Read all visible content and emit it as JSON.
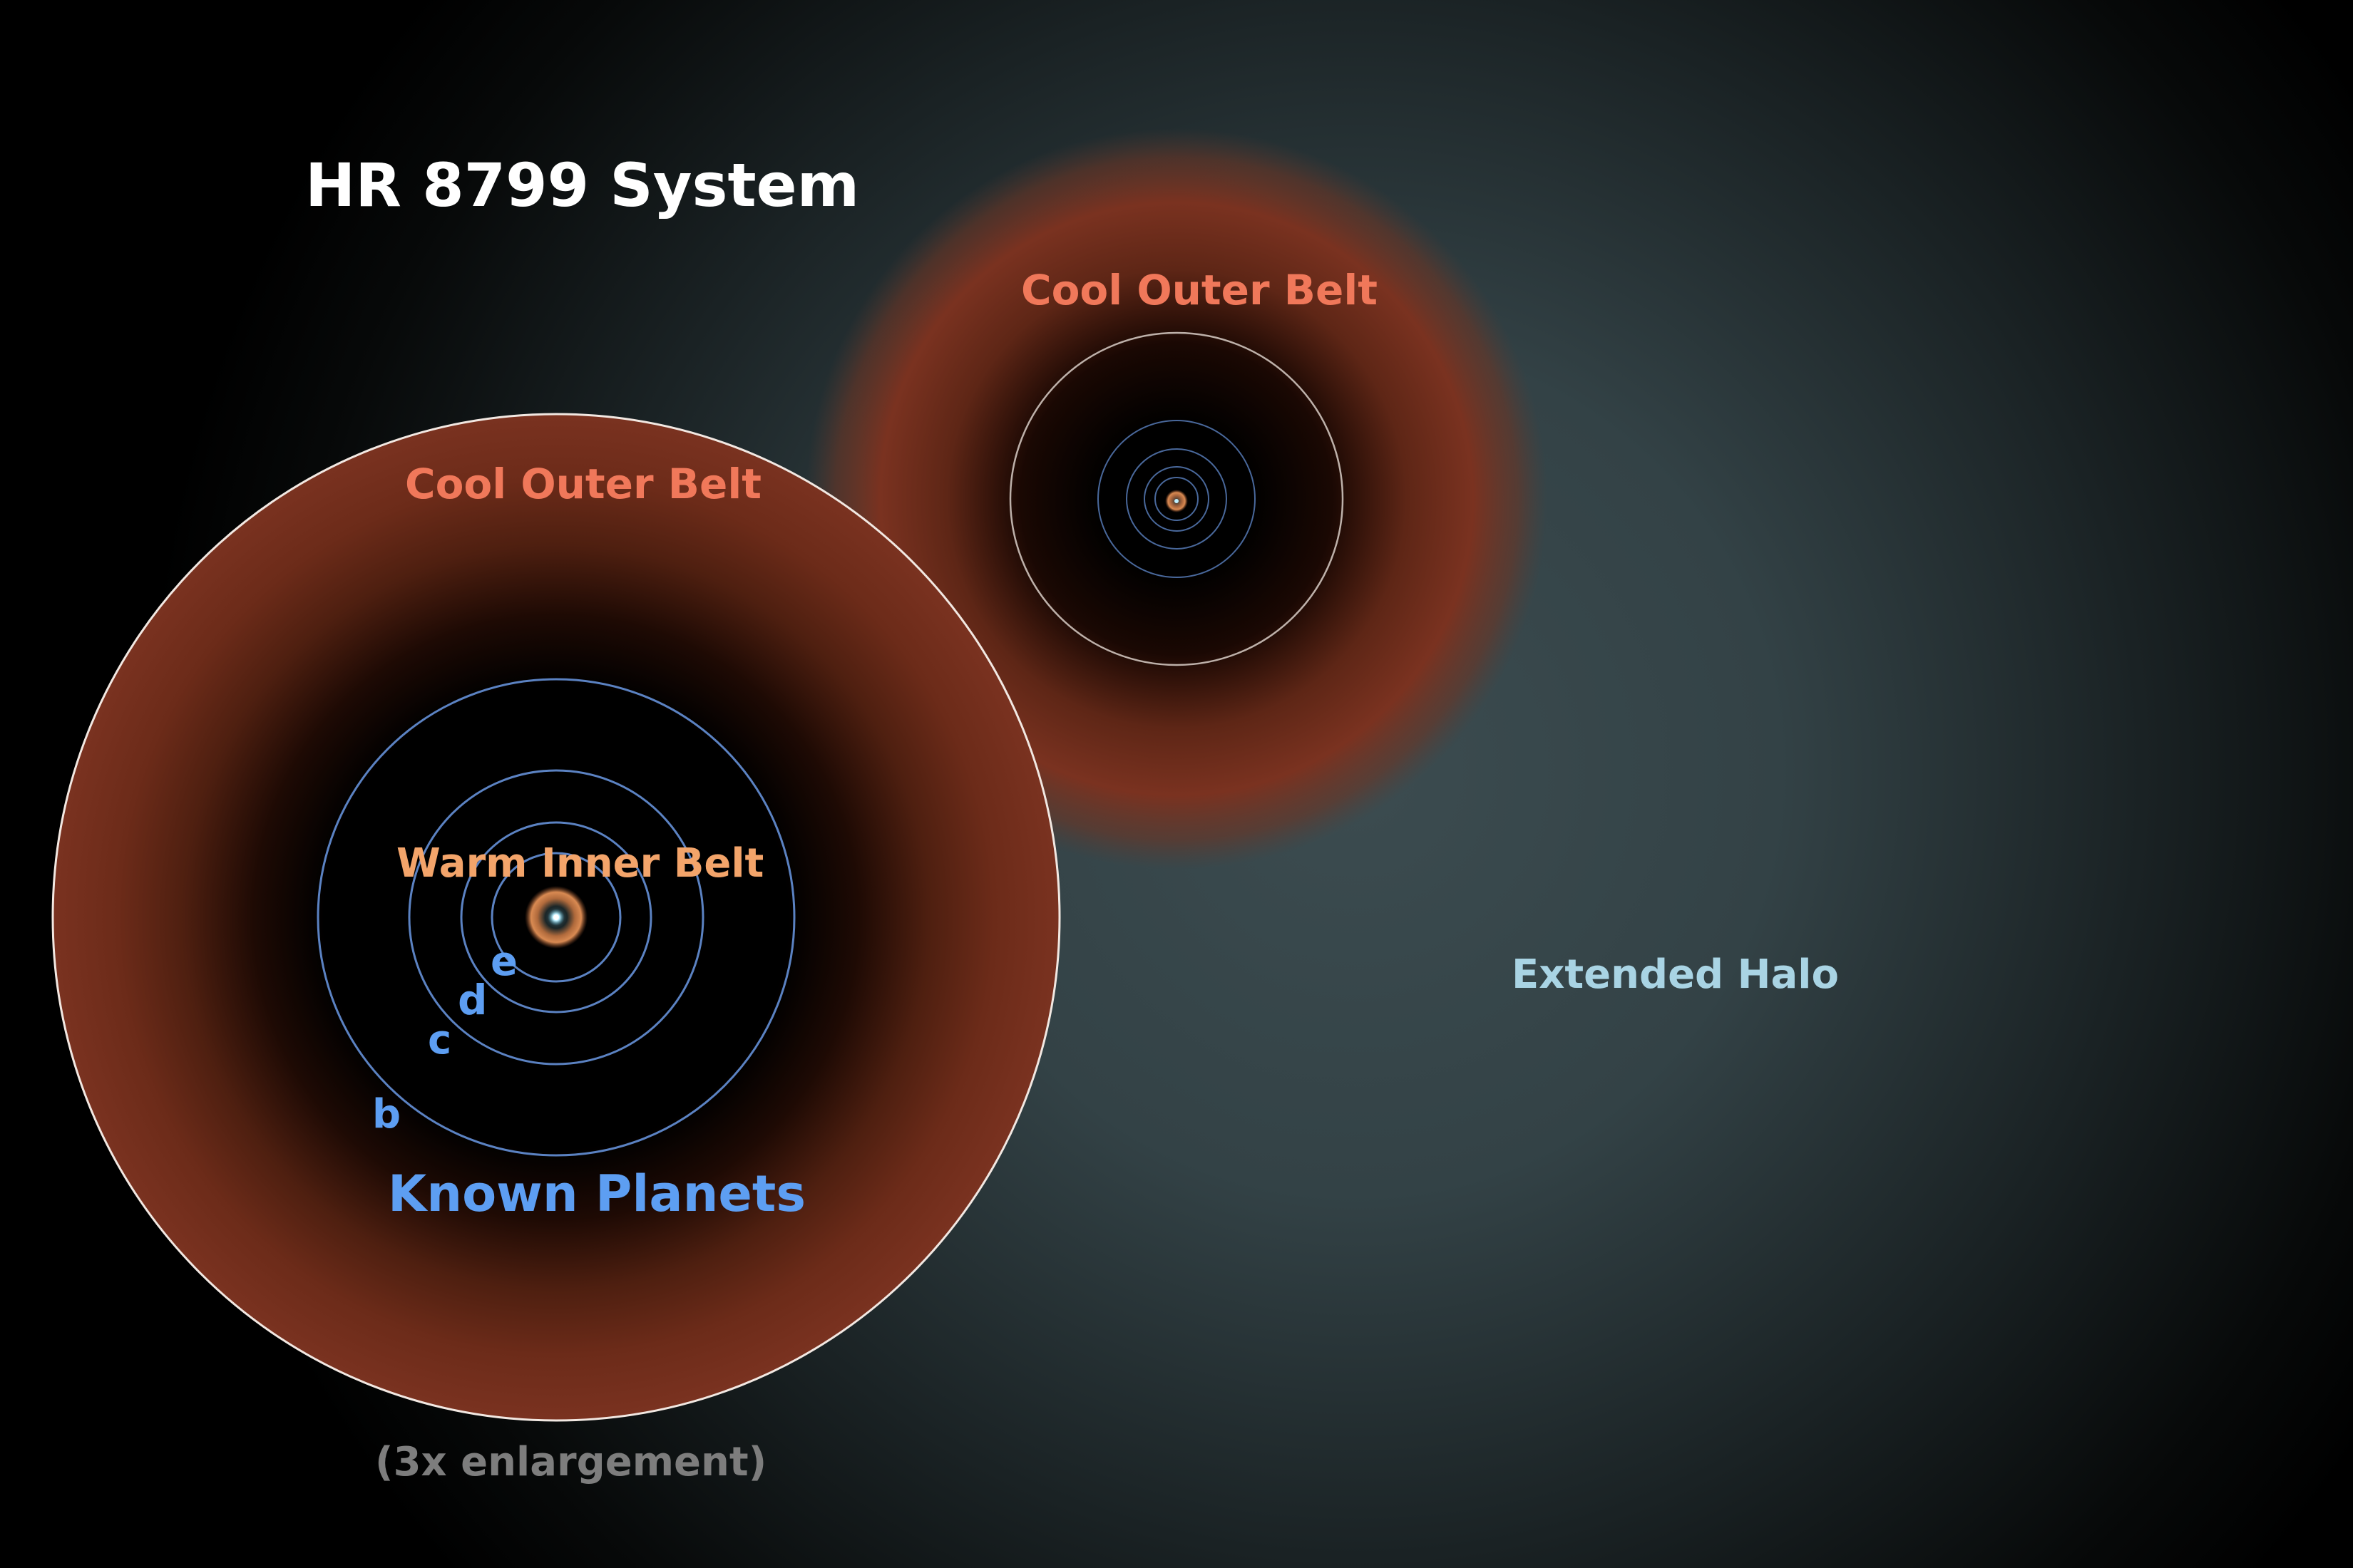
{
  "title": "HR 8799 System",
  "labels": {
    "small_outer_belt": "Cool Outer Belt",
    "large_outer_belt": "Cool Outer Belt",
    "inner_belt": "Warm Inner Belt",
    "planets_heading": "Known Planets",
    "halo": "Extended Halo",
    "enlargement_note": "(3x enlargement)"
  },
  "planets": [
    "e",
    "d",
    "c",
    "b"
  ],
  "colors": {
    "background": "#000000",
    "halo": "#3a4a4e",
    "outer_belt": "#7a3220",
    "outer_belt_label": "#f0785a",
    "inner_belt": "#d98a52",
    "inner_belt_label": "#f3a46a",
    "planet_orbit": "#5b82c2",
    "planet_label": "#5d9ef2",
    "halo_label": "#a9d4e4",
    "boundary_line": "#f2e8e2",
    "enlargement_label": "#7d7d7d",
    "star": "#bff0ff"
  }
}
